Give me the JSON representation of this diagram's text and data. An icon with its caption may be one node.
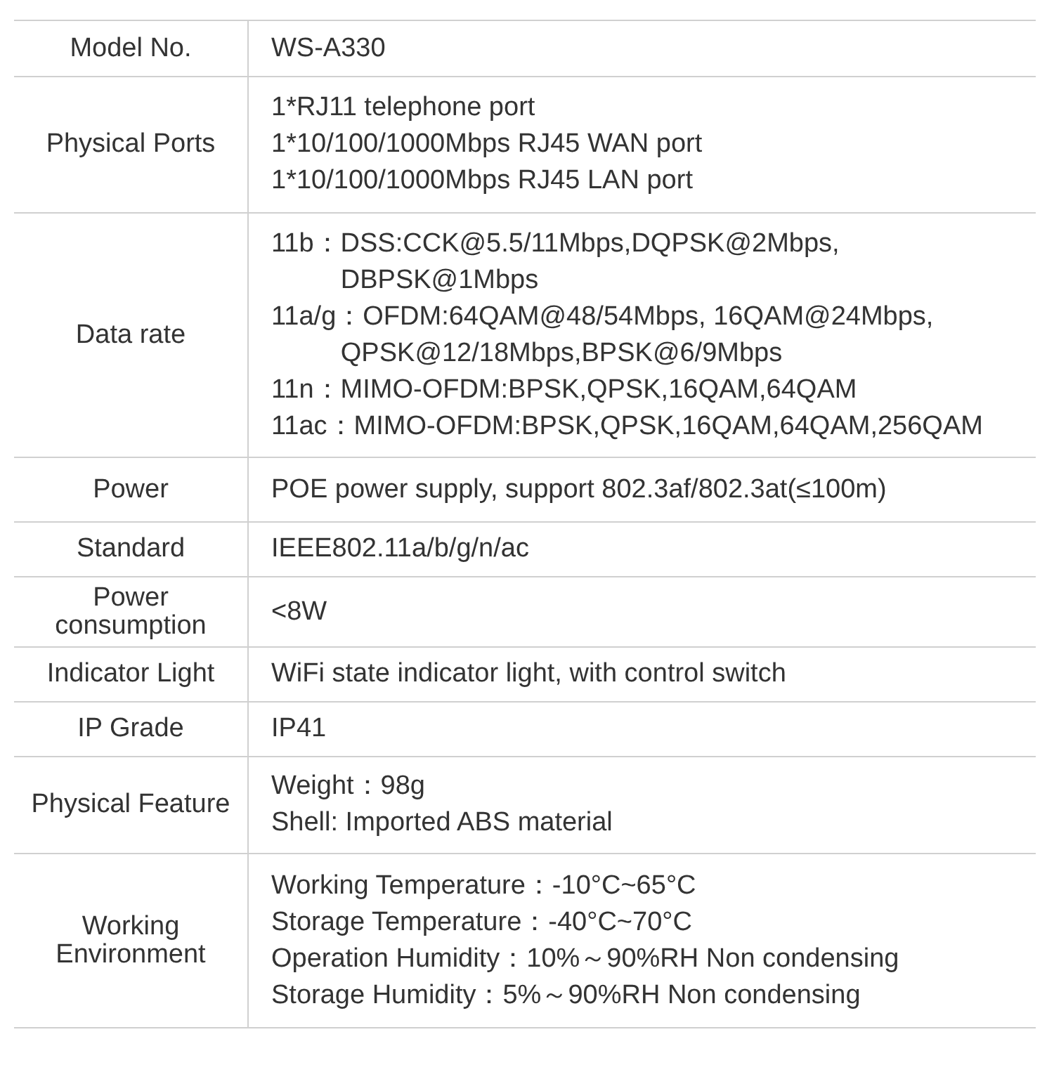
{
  "diagram": {
    "labels": [
      "Model No.",
      "WS-A330",
      "Physical Ports",
      "1*RJ11 telephone port",
      "1*10/100/1000Mbps RJ45 WAN port",
      "1*10/100/1000Mbps RJ45 LAN port",
      "Data rate",
      "11b：DSS:CCK@5.5/11Mbps,DQPSK@2Mbps, DBPSK@1Mbps",
      "11a/g：OFDM:64QAM@48/54Mbps, 16QAM@24Mbps, QPSK@12/18Mbps,BPSK@6/9Mbps",
      "11n：MIMO-OFDM:BPSK,QPSK,16QAM,64QAM",
      "11ac：MIMO-OFDM:BPSK,QPSK,16QAM,64QAM,256QAM",
      "Power",
      "POE power supply, support 802.3af/802.3at(≤100m)",
      "Standard",
      "IEEE802.11a/b/g/n/ac",
      "Power consumption",
      "<8W",
      "Indicator Light",
      "WiFi state indicator light, with control switch",
      "IP Grade",
      "IP41",
      "Physical Feature",
      "Weight：98g",
      "Shell: Imported ABS material",
      "Working Environment",
      "Working Temperature：-10°C~65°C",
      "Storage Temperature：-40°C~70°C",
      "Operation Humidity：10%～90%RH Non condensing",
      "Storage Humidity：5%～90%RH Non condensing"
    ]
  }
}
